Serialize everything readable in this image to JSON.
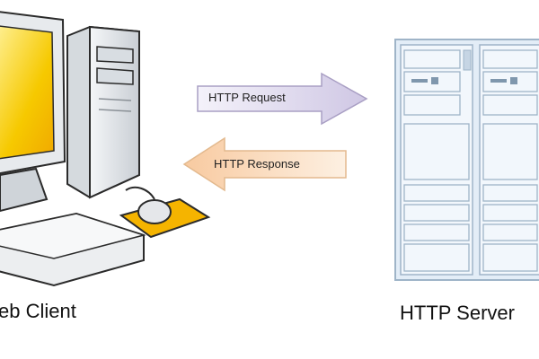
{
  "arrows": {
    "request": {
      "label": "HTTP Request",
      "fill": "#ddd8ec",
      "stroke": "#a99fc4"
    },
    "response": {
      "label": "HTTP Response",
      "fill": "#fbe0c4",
      "stroke": "#e3b98e"
    }
  },
  "nodes": {
    "client": {
      "label": "eb Client"
    },
    "server": {
      "label": "HTTP Server"
    }
  },
  "colors": {
    "monitor_screen": "#f5c400",
    "computer_body": "#e9ecef",
    "mouse_pad": "#f6b800",
    "server_body": "#e3edf7",
    "server_line": "#9fb4c8"
  }
}
